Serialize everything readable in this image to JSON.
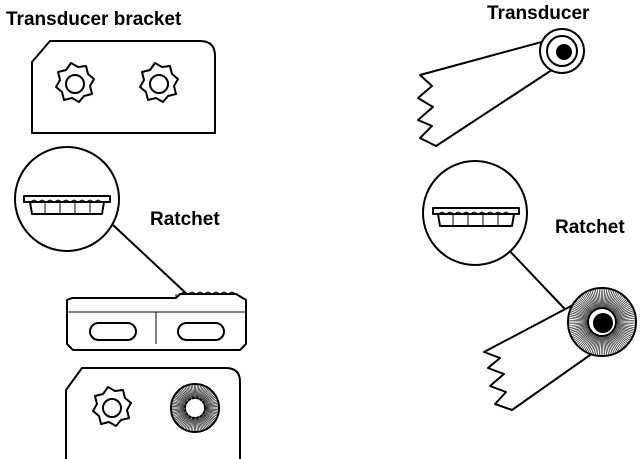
{
  "labels": {
    "transducer_bracket": "Transducer bracket",
    "ratchet_left": "Ratchet",
    "transducer": "Transducer",
    "ratchet_right": "Ratchet"
  },
  "colors": {
    "line": "#000000",
    "background": "#ffffff"
  }
}
